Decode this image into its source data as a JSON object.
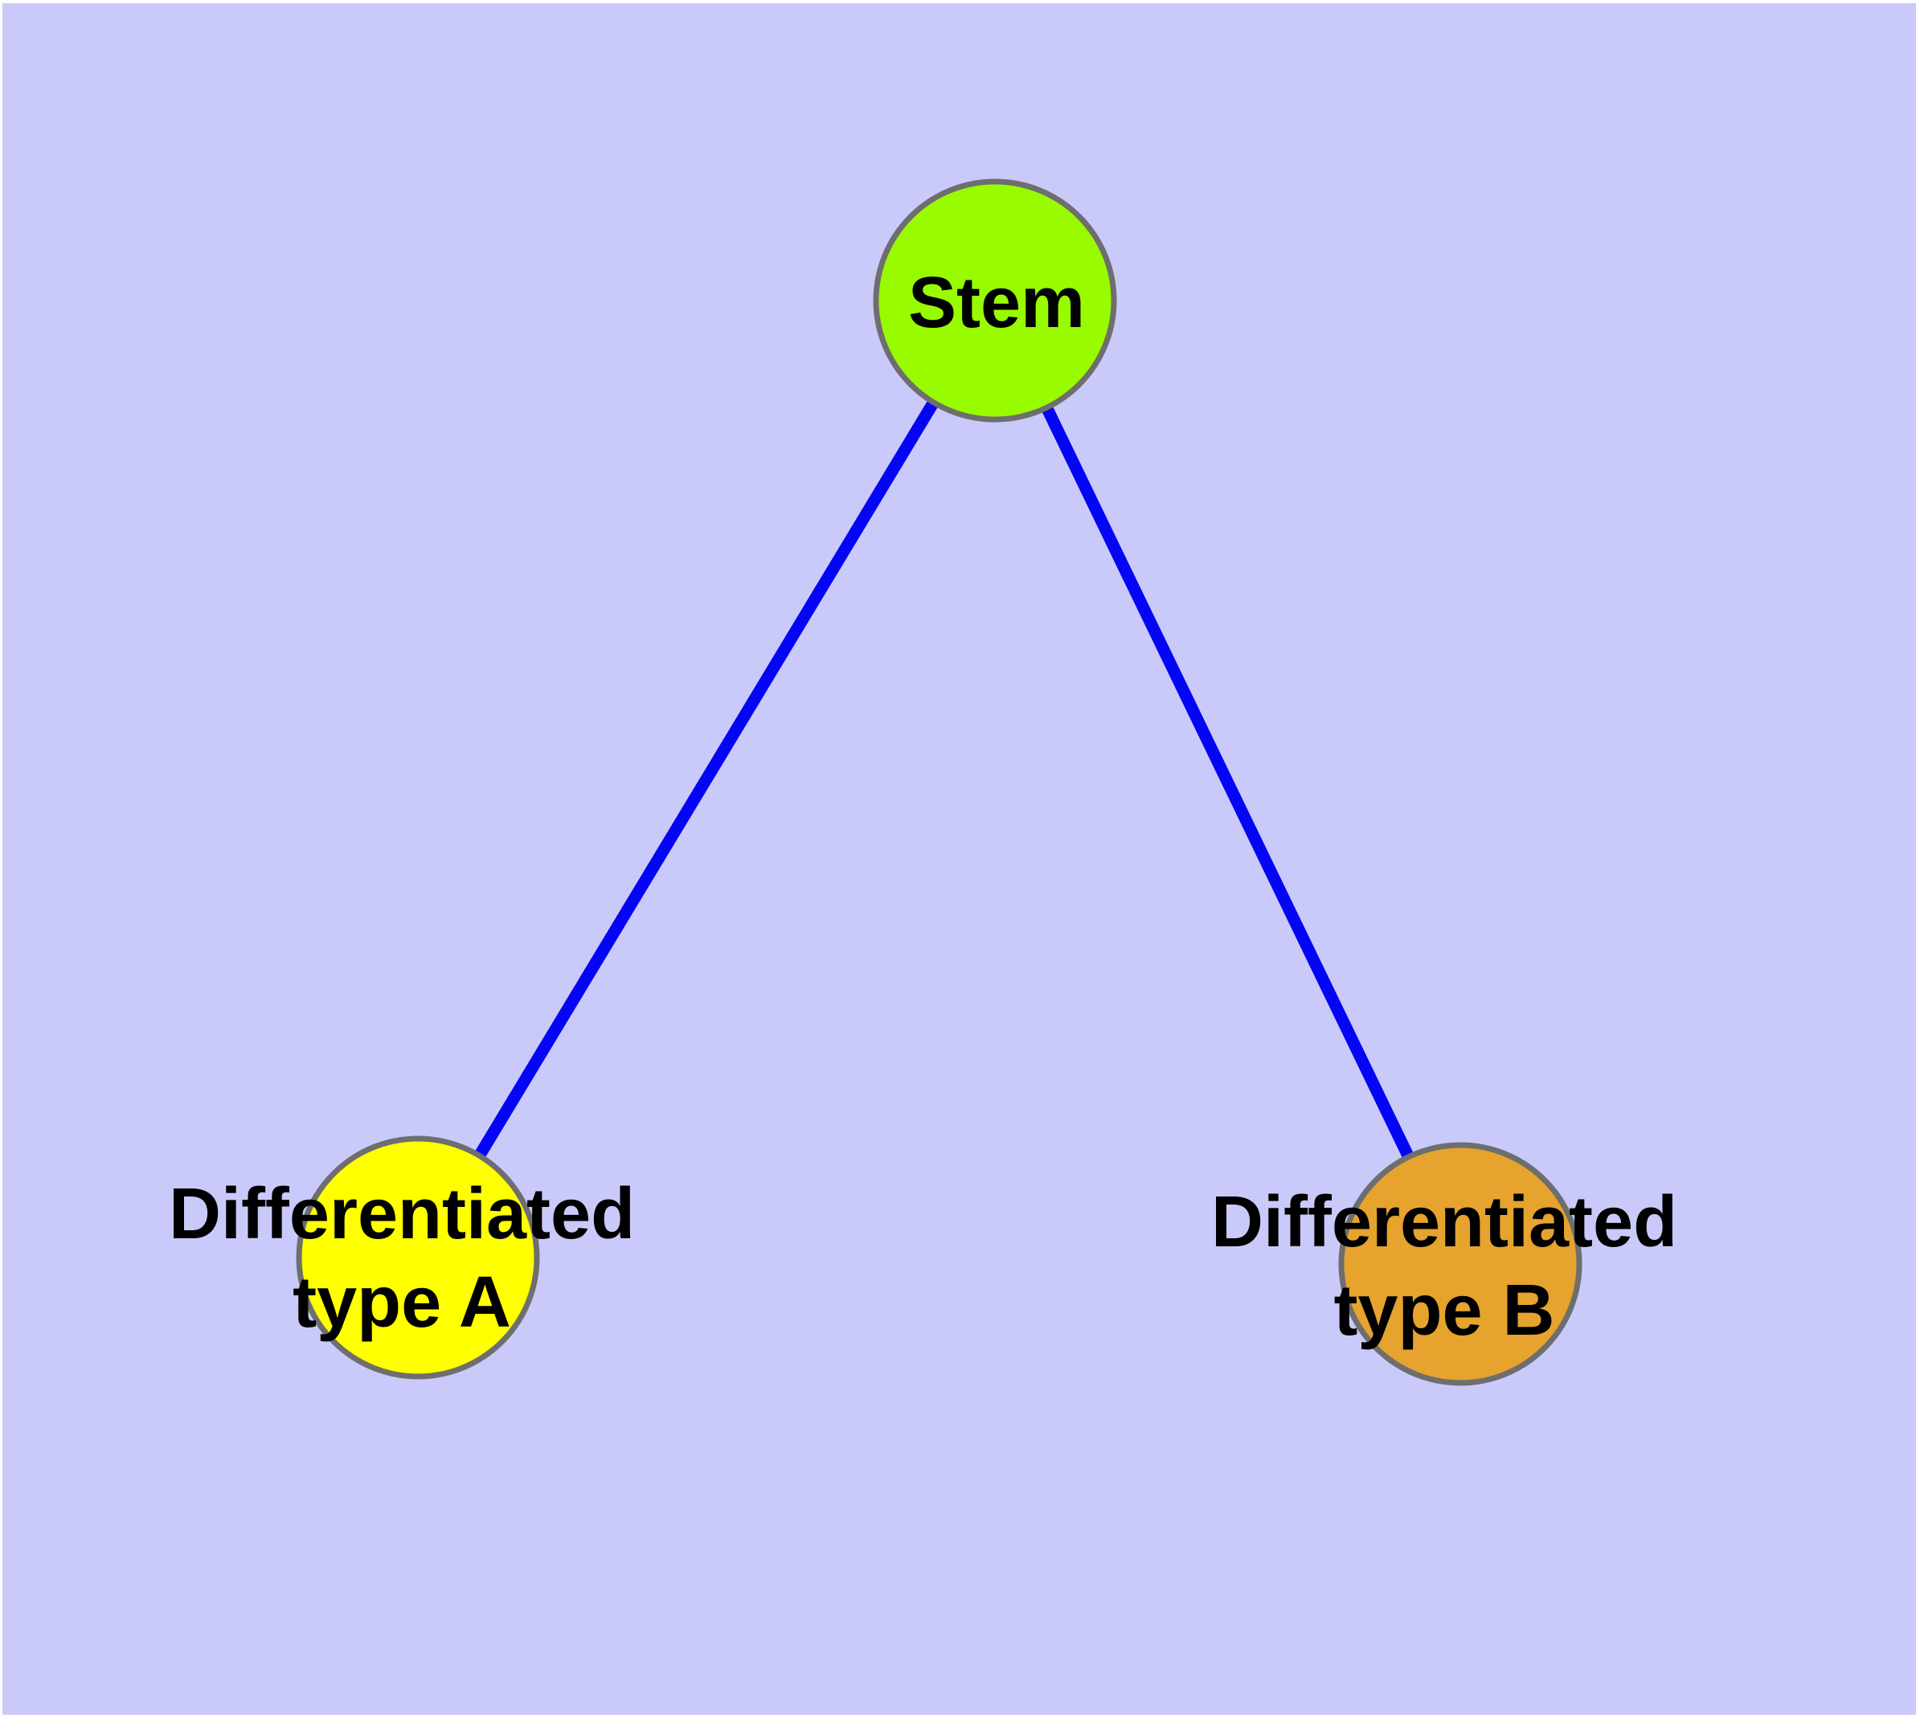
{
  "diagram": {
    "type": "graph",
    "description": "Stem cell differentiation diagram",
    "background_color": "#CACAFA",
    "text_color": "#000000",
    "nodes": [
      {
        "id": "stem",
        "label": "Stem",
        "shape": "circle",
        "color": "#98FB00",
        "border_color": "#6E6E6E"
      },
      {
        "id": "type-a",
        "label": "Differentiated\ntype A",
        "shape": "circle",
        "color": "#FFFF00",
        "border_color": "#6E6E6E"
      },
      {
        "id": "type-b",
        "label": "Differentiated\ntype B",
        "shape": "circle",
        "color": "#E6A32E",
        "border_color": "#6E6E6E"
      }
    ],
    "edges": [
      {
        "from": "stem",
        "to": "type-a",
        "color": "#0505F5"
      },
      {
        "from": "stem",
        "to": "type-b",
        "color": "#0505F5"
      }
    ]
  }
}
